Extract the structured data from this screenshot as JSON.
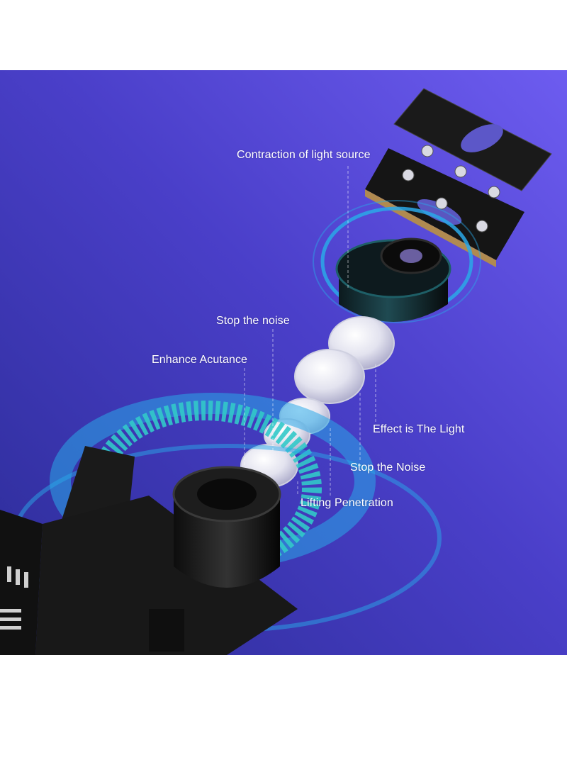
{
  "labels": {
    "contraction": "Contraction of light source",
    "stop_noise_upper": "Stop the noise",
    "enhance": "Enhance Acutance",
    "effect_light": "Effect is The Light",
    "stop_noise_lower": "Stop the Noise",
    "lifting": "Lifting Penetration"
  },
  "colors": {
    "bg_start": "#2d2f9e",
    "bg_end": "#6a57ee",
    "ring_blue": "#2aa8e8",
    "ring_teal": "#32c9c9",
    "metal_dark": "#141414"
  }
}
